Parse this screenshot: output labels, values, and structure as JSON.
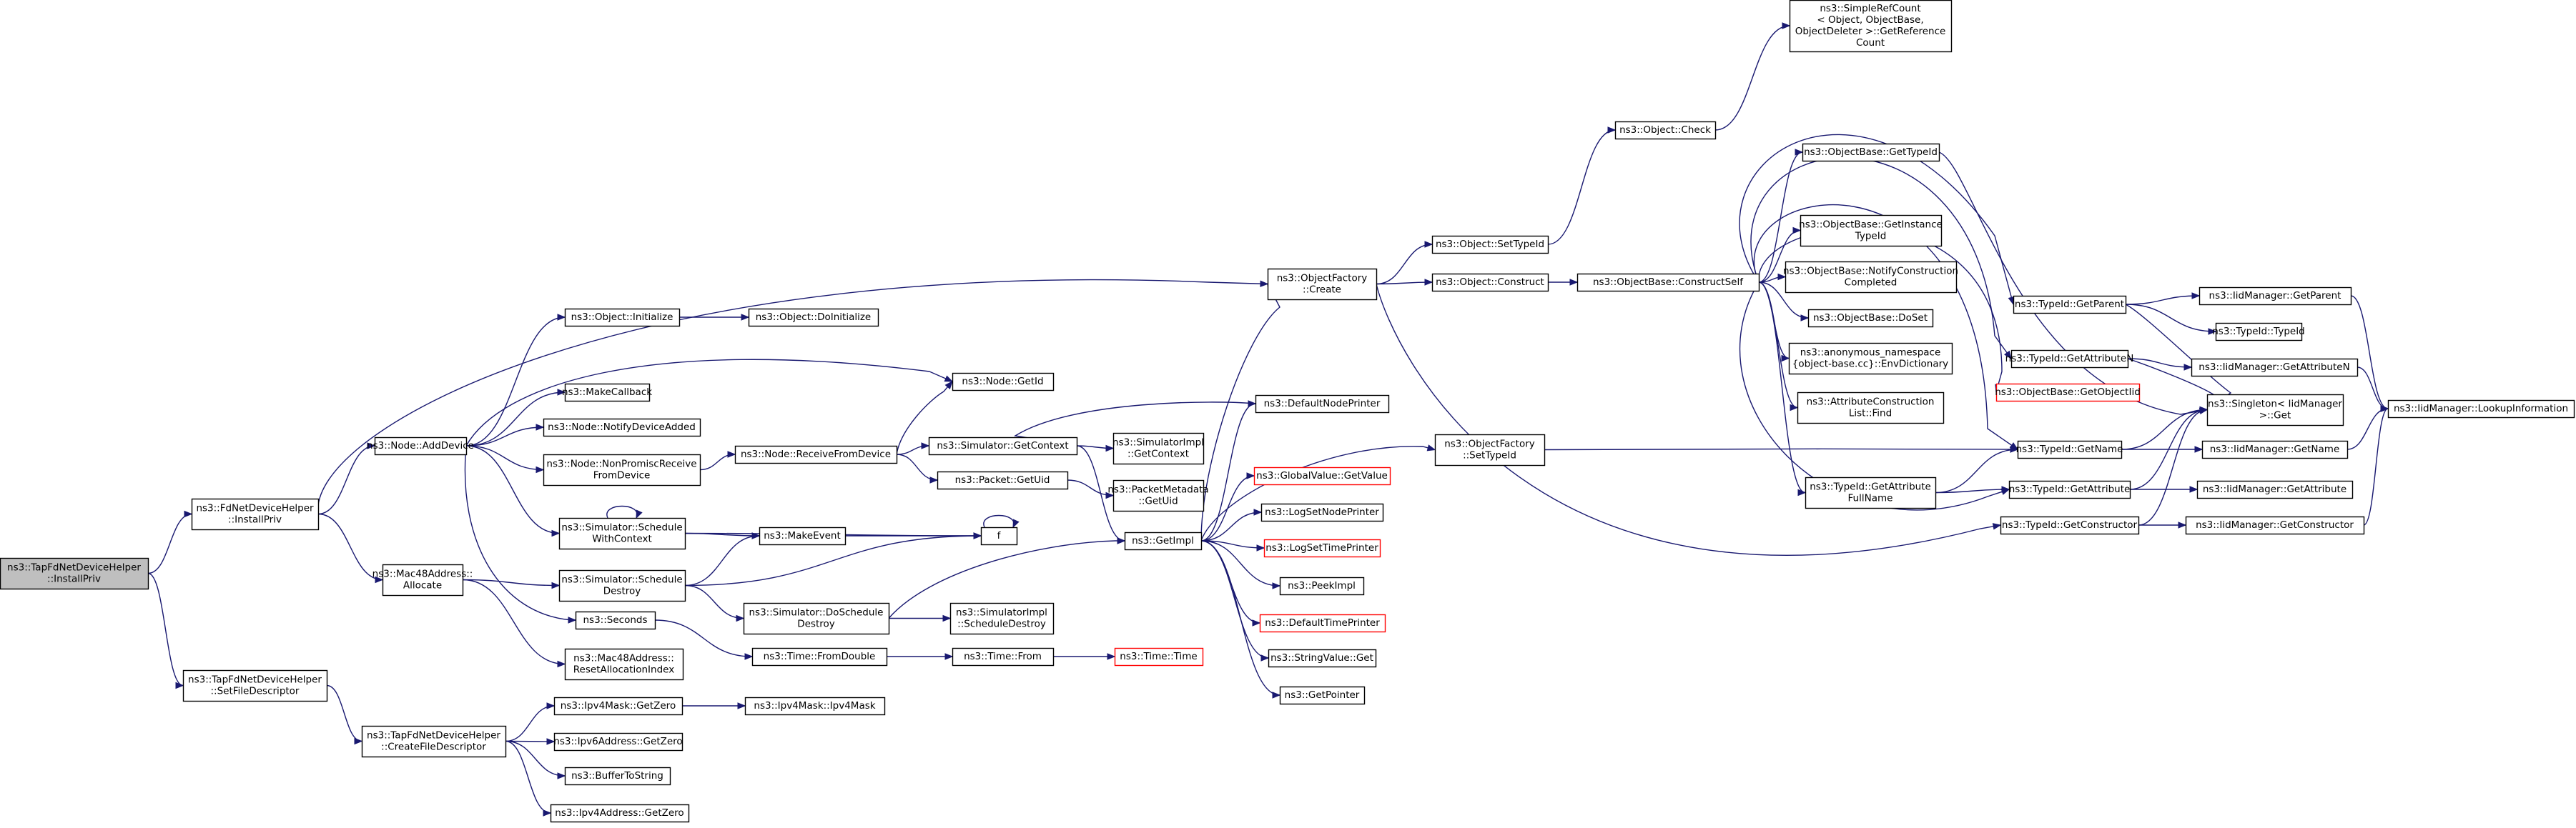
{
  "graph": {
    "colors": {
      "edge": "#191970",
      "node_border": "#000000",
      "red_border": "#ff0000",
      "root_fill": "#bfbfbf",
      "background": "#ffffff"
    },
    "nodes": [
      {
        "id": "root",
        "lines": [
          "ns3::TapFdNetDeviceHelper",
          "::InstallPriv"
        ],
        "style": "root"
      },
      {
        "id": "fdinstall",
        "lines": [
          "ns3::FdNetDeviceHelper",
          "::InstallPriv"
        ]
      },
      {
        "id": "setfd",
        "lines": [
          "ns3::TapFdNetDeviceHelper",
          "::SetFileDescriptor"
        ]
      },
      {
        "id": "createfd",
        "lines": [
          "ns3::TapFdNetDeviceHelper",
          "::CreateFileDescriptor"
        ]
      },
      {
        "id": "adddev",
        "lines": [
          "ns3::Node::AddDevice"
        ]
      },
      {
        "id": "macalloc",
        "lines": [
          "ns3::Mac48Address::",
          "Allocate"
        ]
      },
      {
        "id": "objinit",
        "lines": [
          "ns3::Object::Initialize"
        ]
      },
      {
        "id": "doinit",
        "lines": [
          "ns3::Object::DoInitialize"
        ]
      },
      {
        "id": "makecb",
        "lines": [
          "ns3::MakeCallback"
        ]
      },
      {
        "id": "notify",
        "lines": [
          "ns3::Node::NotifyDeviceAdded"
        ]
      },
      {
        "id": "nonprom",
        "lines": [
          "ns3::Node::NonPromiscReceive",
          "FromDevice"
        ]
      },
      {
        "id": "recvfrom",
        "lines": [
          "ns3::Node::ReceiveFromDevice"
        ]
      },
      {
        "id": "getid",
        "lines": [
          "ns3::Node::GetId"
        ]
      },
      {
        "id": "schedctx",
        "lines": [
          "ns3::Simulator::Schedule",
          "WithContext"
        ]
      },
      {
        "id": "makeevent",
        "lines": [
          "ns3::MakeEvent"
        ]
      },
      {
        "id": "f",
        "lines": [
          "f"
        ]
      },
      {
        "id": "scheddestroy",
        "lines": [
          "ns3::Simulator::Schedule",
          "Destroy"
        ]
      },
      {
        "id": "doschedd",
        "lines": [
          "ns3::Simulator::DoSchedule",
          "Destroy"
        ]
      },
      {
        "id": "simimplsched",
        "lines": [
          "ns3::SimulatorImpl",
          "::ScheduleDestroy"
        ]
      },
      {
        "id": "seconds",
        "lines": [
          "ns3::Seconds"
        ]
      },
      {
        "id": "fromdouble",
        "lines": [
          "ns3::Time::FromDouble"
        ]
      },
      {
        "id": "timefrom",
        "lines": [
          "ns3::Time::From"
        ]
      },
      {
        "id": "timetime",
        "lines": [
          "ns3::Time::Time"
        ],
        "style": "red"
      },
      {
        "id": "resetalloc",
        "lines": [
          "ns3::Mac48Address::",
          "ResetAllocationIndex"
        ]
      },
      {
        "id": "getctx",
        "lines": [
          "ns3::Simulator::GetContext"
        ]
      },
      {
        "id": "simimplctx",
        "lines": [
          "ns3::SimulatorImpl",
          "::GetContext"
        ]
      },
      {
        "id": "pktuid",
        "lines": [
          "ns3::Packet::GetUid"
        ]
      },
      {
        "id": "pmuid",
        "lines": [
          "ns3::PacketMetadata",
          "::GetUid"
        ]
      },
      {
        "id": "getimpl",
        "lines": [
          "ns3::GetImpl"
        ]
      },
      {
        "id": "ofcreate",
        "lines": [
          "ns3::ObjectFactory",
          "::Create"
        ]
      },
      {
        "id": "defnodeprinter",
        "lines": [
          "ns3::DefaultNodePrinter"
        ]
      },
      {
        "id": "globalval",
        "lines": [
          "ns3::GlobalValue::GetValue"
        ],
        "style": "red"
      },
      {
        "id": "logsetnode",
        "lines": [
          "ns3::LogSetNodePrinter"
        ]
      },
      {
        "id": "logsettime",
        "lines": [
          "ns3::LogSetTimePrinter"
        ],
        "style": "red"
      },
      {
        "id": "peekimpl",
        "lines": [
          "ns3::PeekImpl"
        ]
      },
      {
        "id": "deftimeprinter",
        "lines": [
          "ns3::DefaultTimePrinter"
        ],
        "style": "red"
      },
      {
        "id": "strvalget",
        "lines": [
          "ns3::StringValue::Get"
        ]
      },
      {
        "id": "getpointer",
        "lines": [
          "ns3::GetPointer"
        ]
      },
      {
        "id": "ipv4maskzero",
        "lines": [
          "ns3::Ipv4Mask::GetZero"
        ]
      },
      {
        "id": "ipv4maskctor",
        "lines": [
          "ns3::Ipv4Mask::Ipv4Mask"
        ]
      },
      {
        "id": "ipv6zero",
        "lines": [
          "ns3::Ipv6Address::GetZero"
        ]
      },
      {
        "id": "buftostr",
        "lines": [
          "ns3::BufferToString"
        ]
      },
      {
        "id": "ipv4addrzero",
        "lines": [
          "ns3::Ipv4Address::GetZero"
        ]
      },
      {
        "id": "settypeid",
        "lines": [
          "ns3::Object::SetTypeId"
        ]
      },
      {
        "id": "construct",
        "lines": [
          "ns3::Object::Construct"
        ]
      },
      {
        "id": "objcheck",
        "lines": [
          "ns3::Object::Check"
        ]
      },
      {
        "id": "simplerefcount",
        "lines": [
          "ns3::SimpleRefCount",
          "< Object, ObjectBase,",
          "ObjectDeleter >::GetReference",
          "Count"
        ]
      },
      {
        "id": "constructself",
        "lines": [
          "ns3::ObjectBase::ConstructSelf"
        ]
      },
      {
        "id": "ofsettypeid",
        "lines": [
          "ns3::ObjectFactory",
          "::SetTypeId"
        ]
      },
      {
        "id": "obgettypeid",
        "lines": [
          "ns3::ObjectBase::GetTypeId"
        ]
      },
      {
        "id": "obgetinstance",
        "lines": [
          "ns3::ObjectBase::GetInstance",
          "TypeId"
        ]
      },
      {
        "id": "obnotify",
        "lines": [
          "ns3::ObjectBase::NotifyConstruction",
          "Completed"
        ]
      },
      {
        "id": "obdoset",
        "lines": [
          "ns3::ObjectBase::DoSet"
        ]
      },
      {
        "id": "envdict",
        "lines": [
          "ns3::anonymous_namespace",
          "{object-base.cc}::EnvDictionary"
        ]
      },
      {
        "id": "attrfind",
        "lines": [
          "ns3::AttributeConstruction",
          "List::Find"
        ]
      },
      {
        "id": "getattrfull",
        "lines": [
          "ns3::TypeId::GetAttribute",
          "FullName"
        ]
      },
      {
        "id": "getobjectiid",
        "lines": [
          "ns3::ObjectBase::GetObjectIid"
        ],
        "style": "red"
      },
      {
        "id": "tgetparent",
        "lines": [
          "ns3::TypeId::GetParent"
        ]
      },
      {
        "id": "tgetattrn",
        "lines": [
          "ns3::TypeId::GetAttributeN"
        ]
      },
      {
        "id": "tgetname",
        "lines": [
          "ns3::TypeId::GetName"
        ]
      },
      {
        "id": "tgetattr",
        "lines": [
          "ns3::TypeId::GetAttribute"
        ]
      },
      {
        "id": "tgetctor",
        "lines": [
          "ns3::TypeId::GetConstructor"
        ]
      },
      {
        "id": "ttypeid",
        "lines": [
          "ns3::TypeId::TypeId"
        ]
      },
      {
        "id": "singleton",
        "lines": [
          "ns3::Singleton< IidManager",
          ">::Get"
        ]
      },
      {
        "id": "iidparent",
        "lines": [
          "ns3::IidManager::GetParent"
        ]
      },
      {
        "id": "iidattrn",
        "lines": [
          "ns3::IidManager::GetAttributeN"
        ]
      },
      {
        "id": "iidname",
        "lines": [
          "ns3::IidManager::GetName"
        ]
      },
      {
        "id": "iidattr",
        "lines": [
          "ns3::IidManager::GetAttribute"
        ]
      },
      {
        "id": "iidctor",
        "lines": [
          "ns3::IidManager::GetConstructor"
        ]
      },
      {
        "id": "iidlookup",
        "lines": [
          "ns3::IidManager::LookupInformation"
        ]
      }
    ],
    "edges": [
      [
        "root",
        "fdinstall"
      ],
      [
        "root",
        "setfd"
      ],
      [
        "setfd",
        "createfd"
      ],
      [
        "fdinstall",
        "adddev"
      ],
      [
        "fdinstall",
        "macalloc"
      ],
      [
        "fdinstall",
        "ofcreate"
      ],
      [
        "adddev",
        "objinit"
      ],
      [
        "objinit",
        "doinit"
      ],
      [
        "adddev",
        "makecb"
      ],
      [
        "adddev",
        "notify"
      ],
      [
        "adddev",
        "nonprom"
      ],
      [
        "nonprom",
        "recvfrom"
      ],
      [
        "adddev",
        "getid"
      ],
      [
        "adddev",
        "schedctx"
      ],
      [
        "adddev",
        "seconds"
      ],
      [
        "recvfrom",
        "getid"
      ],
      [
        "recvfrom",
        "getctx"
      ],
      [
        "recvfrom",
        "pktuid"
      ],
      [
        "schedctx",
        "schedctx"
      ],
      [
        "schedctx",
        "makeevent"
      ],
      [
        "schedctx",
        "f"
      ],
      [
        "makeevent",
        "f"
      ],
      [
        "f",
        "f"
      ],
      [
        "macalloc",
        "scheddestroy"
      ],
      [
        "macalloc",
        "resetalloc"
      ],
      [
        "scheddestroy",
        "makeevent"
      ],
      [
        "scheddestroy",
        "f"
      ],
      [
        "scheddestroy",
        "doschedd"
      ],
      [
        "doschedd",
        "getimpl"
      ],
      [
        "doschedd",
        "simimplsched"
      ],
      [
        "seconds",
        "fromdouble"
      ],
      [
        "fromdouble",
        "timefrom"
      ],
      [
        "timefrom",
        "timetime"
      ],
      [
        "getctx",
        "simimplctx"
      ],
      [
        "getctx",
        "getimpl"
      ],
      [
        "pktuid",
        "pmuid"
      ],
      [
        "getimpl",
        "ofcreate"
      ],
      [
        "getimpl",
        "defnodeprinter"
      ],
      [
        "getimpl",
        "globalval"
      ],
      [
        "getimpl",
        "logsetnode"
      ],
      [
        "getimpl",
        "logsettime"
      ],
      [
        "getimpl",
        "peekimpl"
      ],
      [
        "getimpl",
        "deftimeprinter"
      ],
      [
        "getimpl",
        "strvalget"
      ],
      [
        "getimpl",
        "getpointer"
      ],
      [
        "getimpl",
        "ofsettypeid"
      ],
      [
        "defnodeprinter",
        "getctx"
      ],
      [
        "createfd",
        "ipv4maskzero"
      ],
      [
        "createfd",
        "ipv6zero"
      ],
      [
        "createfd",
        "buftostr"
      ],
      [
        "createfd",
        "ipv4addrzero"
      ],
      [
        "ipv4maskzero",
        "ipv4maskctor"
      ],
      [
        "ofcreate",
        "settypeid"
      ],
      [
        "ofcreate",
        "construct"
      ],
      [
        "ofcreate",
        "tgetctor"
      ],
      [
        "settypeid",
        "objcheck"
      ],
      [
        "objcheck",
        "simplerefcount"
      ],
      [
        "construct",
        "constructself"
      ],
      [
        "constructself",
        "obgettypeid"
      ],
      [
        "constructself",
        "obgetinstance"
      ],
      [
        "constructself",
        "obnotify"
      ],
      [
        "constructself",
        "obdoset"
      ],
      [
        "constructself",
        "envdict"
      ],
      [
        "constructself",
        "attrfind"
      ],
      [
        "constructself",
        "getattrfull"
      ],
      [
        "constructself",
        "tgetparent"
      ],
      [
        "constructself",
        "tgetattrn"
      ],
      [
        "constructself",
        "tgetname"
      ],
      [
        "constructself",
        "tgetattr"
      ],
      [
        "constructself",
        "getobjectiid"
      ],
      [
        "obgettypeid",
        "singleton"
      ],
      [
        "ofsettypeid",
        "tgetname"
      ],
      [
        "getattrfull",
        "tgetname"
      ],
      [
        "getattrfull",
        "tgetattr"
      ],
      [
        "tgetparent",
        "iidparent"
      ],
      [
        "tgetparent",
        "ttypeid"
      ],
      [
        "tgetparent",
        "singleton"
      ],
      [
        "tgetattrn",
        "iidattrn"
      ],
      [
        "tgetattrn",
        "singleton"
      ],
      [
        "tgetname",
        "iidname"
      ],
      [
        "tgetname",
        "singleton"
      ],
      [
        "tgetattr",
        "iidattr"
      ],
      [
        "tgetattr",
        "singleton"
      ],
      [
        "tgetctor",
        "iidctor"
      ],
      [
        "tgetctor",
        "singleton"
      ],
      [
        "iidparent",
        "iidlookup"
      ],
      [
        "iidattrn",
        "iidlookup"
      ],
      [
        "iidname",
        "iidlookup"
      ],
      [
        "iidctor",
        "iidlookup"
      ]
    ]
  }
}
